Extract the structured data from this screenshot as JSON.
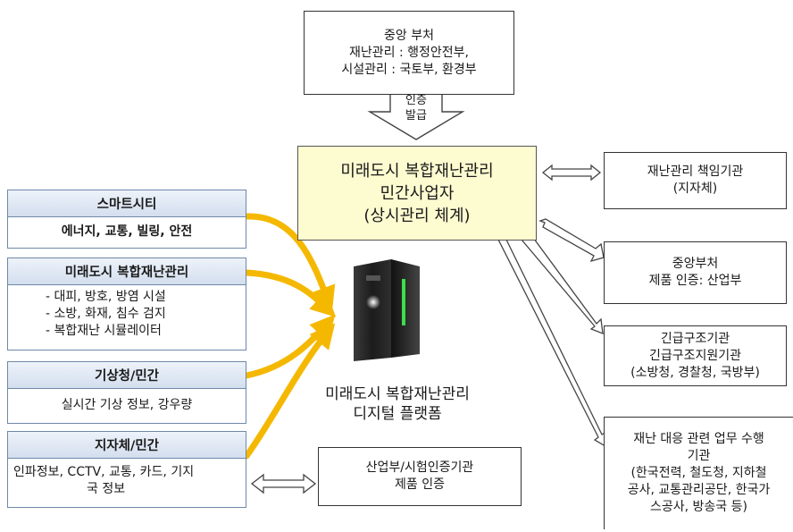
{
  "top_box": {
    "title": "중앙 부처",
    "line1": "재난관리 : 행정안전부,",
    "line2": "시설관리 : 국토부, 환경부"
  },
  "cert_label": {
    "line1": "인증",
    "line2": "발급"
  },
  "center_box": {
    "line1": "미래도시 복합재난관리",
    "line2": "민간사업자",
    "line3": "(상시관리 체계)"
  },
  "left_panels": [
    {
      "header": "스마트시티",
      "body": [
        "에너지, 교통, 빌링, 안전"
      ]
    },
    {
      "header": "미래도시 복합재난관리",
      "body": [
        "- 대피, 방호, 방염 시설",
        "- 소방, 화재, 침수 검지",
        "- 복합재난 시뮬레이터"
      ]
    },
    {
      "header": "기상청/민간",
      "body": [
        "실시간 기상 정보, 강우량"
      ]
    },
    {
      "header": "지자체/민간",
      "body": [
        "인파정보, CCTV, 교통, 카드, 기지",
        "국 정보"
      ]
    }
  ],
  "platform": {
    "line1": "미래도시 복합재난관리",
    "line2": "디지털 플랫폼"
  },
  "bottom_center_box": {
    "line1": "산업부/시험인증기관",
    "line2": "제품 인증"
  },
  "right_boxes": [
    {
      "lines": [
        "재난관리 책임기관",
        "(지자체)"
      ]
    },
    {
      "lines": [
        "중앙부처",
        "제품 인증: 산업부"
      ]
    },
    {
      "lines": [
        "긴급구조기관",
        "긴급구조지원기관",
        "(소방청, 경찰청, 국방부)"
      ]
    },
    {
      "lines": [
        "재난 대응 관련 업무 수행",
        "기관",
        "(한국전력, 철도청, 지하철",
        "공사, 교통관리공단, 한국가",
        "스공사, 방송국 등)"
      ]
    }
  ],
  "colors": {
    "flow_arrow": "#f5b800",
    "center_fill": "#fdfbd0",
    "panel_header_fill": "#d3deee",
    "server_led": "#3ddc4a"
  }
}
